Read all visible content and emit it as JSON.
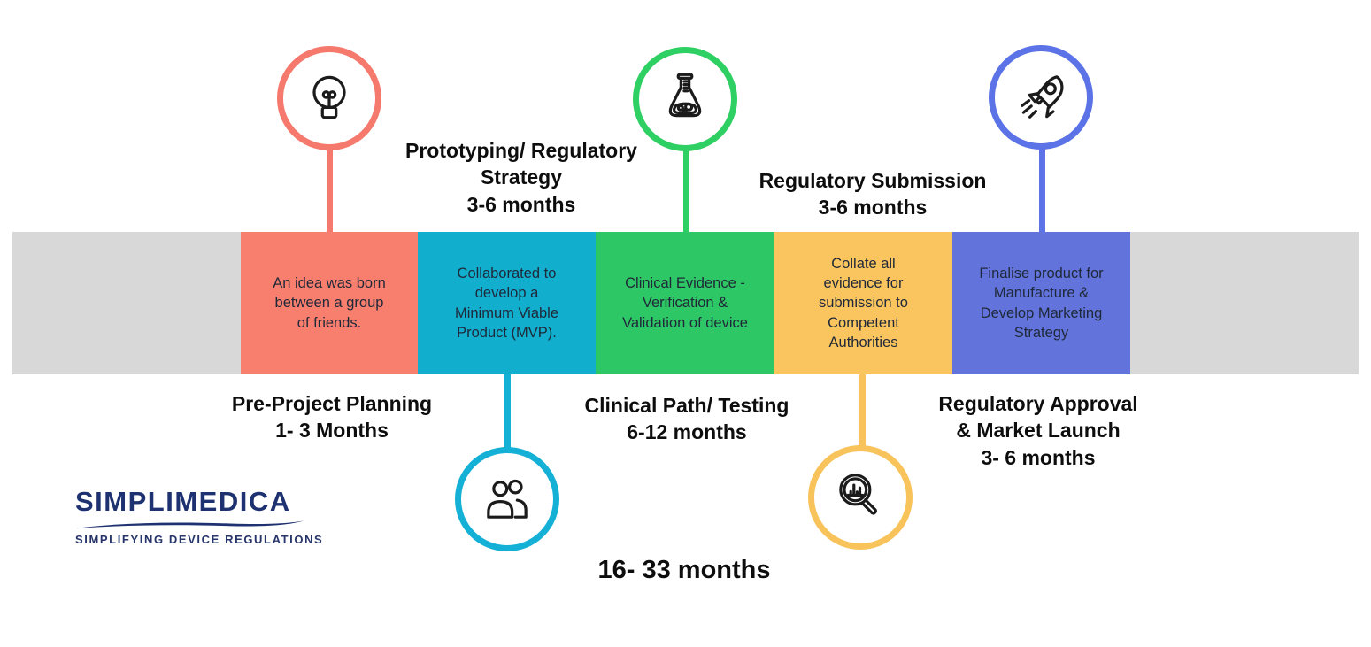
{
  "logo": {
    "name_part1": "SIMPLI",
    "name_part2": "MEDICA",
    "tagline": "SIMPLIFYING DEVICE REGULATIONS",
    "color": "#1e3170"
  },
  "total_label": "16- 33 months",
  "timeline": {
    "band_color": "#d8d8d8",
    "stages": [
      {
        "name": "pre-project-planning",
        "icon": "lightbulb-icon",
        "icon_position": "top",
        "segment_color": "#f87e6e",
        "ring_color": "#f5796c",
        "band_lines": [
          "An idea was born",
          "between a group",
          "of friends."
        ],
        "label_lines": [
          "Pre-Project Planning",
          "1- 3 Months"
        ]
      },
      {
        "name": "prototyping-regulatory-strategy",
        "icon": "people-icon",
        "icon_position": "bottom",
        "segment_color": "#12aece",
        "ring_color": "#14b0d6",
        "band_lines": [
          "Collaborated to",
          "develop a",
          "Minimum Viable",
          "Product (MVP)."
        ],
        "label_lines": [
          "Prototyping/ Regulatory",
          "Strategy",
          "3-6 months"
        ]
      },
      {
        "name": "clinical-path-testing",
        "icon": "flask-icon",
        "icon_position": "top",
        "segment_color": "#2ec765",
        "ring_color": "#2fd063",
        "band_lines": [
          "Clinical Evidence  -",
          "Verification &",
          "Validation of device"
        ],
        "label_lines": [
          "Clinical Path/ Testing",
          "6-12 months"
        ]
      },
      {
        "name": "regulatory-submission",
        "icon": "magnifier-icon",
        "icon_position": "bottom",
        "segment_color": "#fac55f",
        "ring_color": "#f8c35b",
        "band_lines": [
          "Collate all",
          "evidence for",
          "submission to",
          "Competent",
          "Authorities"
        ],
        "label_lines": [
          "Regulatory Submission",
          "3-6 months"
        ]
      },
      {
        "name": "regulatory-approval-market-launch",
        "icon": "rocket-icon",
        "icon_position": "top",
        "segment_color": "#6274db",
        "ring_color": "#5b73e6",
        "band_lines": [
          "Finalise product for",
          "Manufacture &",
          "Develop Marketing",
          "Strategy"
        ],
        "label_lines": [
          "Regulatory Approval",
          "& Market Launch",
          "3- 6 months"
        ]
      }
    ]
  }
}
